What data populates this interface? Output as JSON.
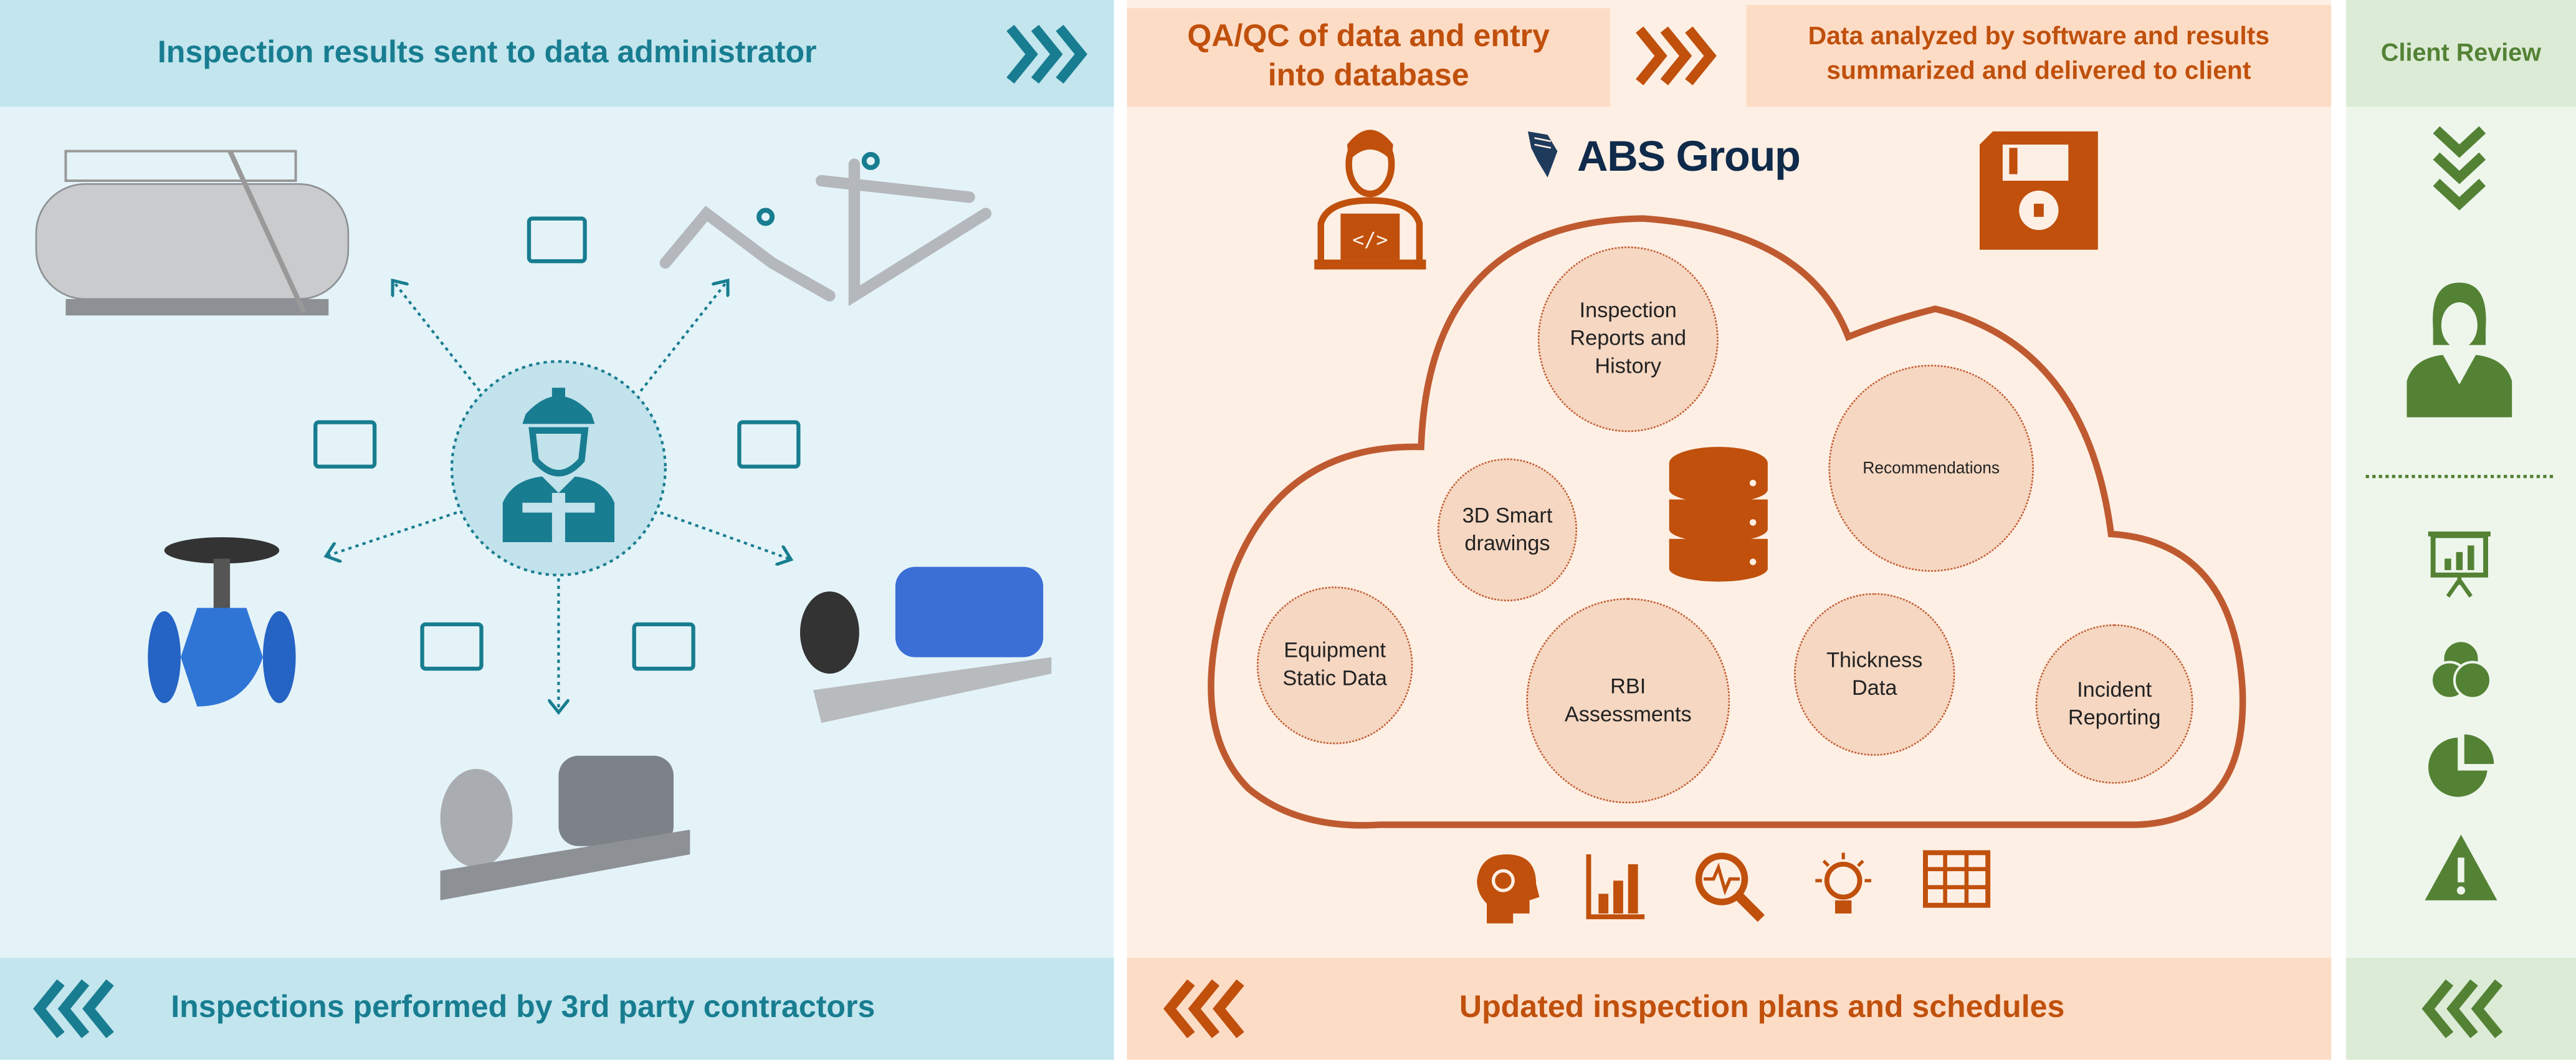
{
  "left_panel": {
    "header": "Inspection results sent to data administrator",
    "footer": "Inspections performed by 3rd party contractors"
  },
  "middle_panel": {
    "header_left": "QA/QC of data and entry into database",
    "header_right": "Data analyzed by software and results summarized and delivered to client",
    "logo": "ABS Group",
    "footer": "Updated inspection plans and schedules",
    "cloud_items": [
      "Inspection Reports and History",
      "Recommendations",
      "3D Smart drawings",
      "Equipment Static Data",
      "RBI Assessments",
      "Thickness Data",
      "Incident Reporting"
    ]
  },
  "right_panel": {
    "header": "Client Review"
  },
  "colors": {
    "teal": "#187d90",
    "orange": "#c0500c",
    "green": "#548235"
  }
}
